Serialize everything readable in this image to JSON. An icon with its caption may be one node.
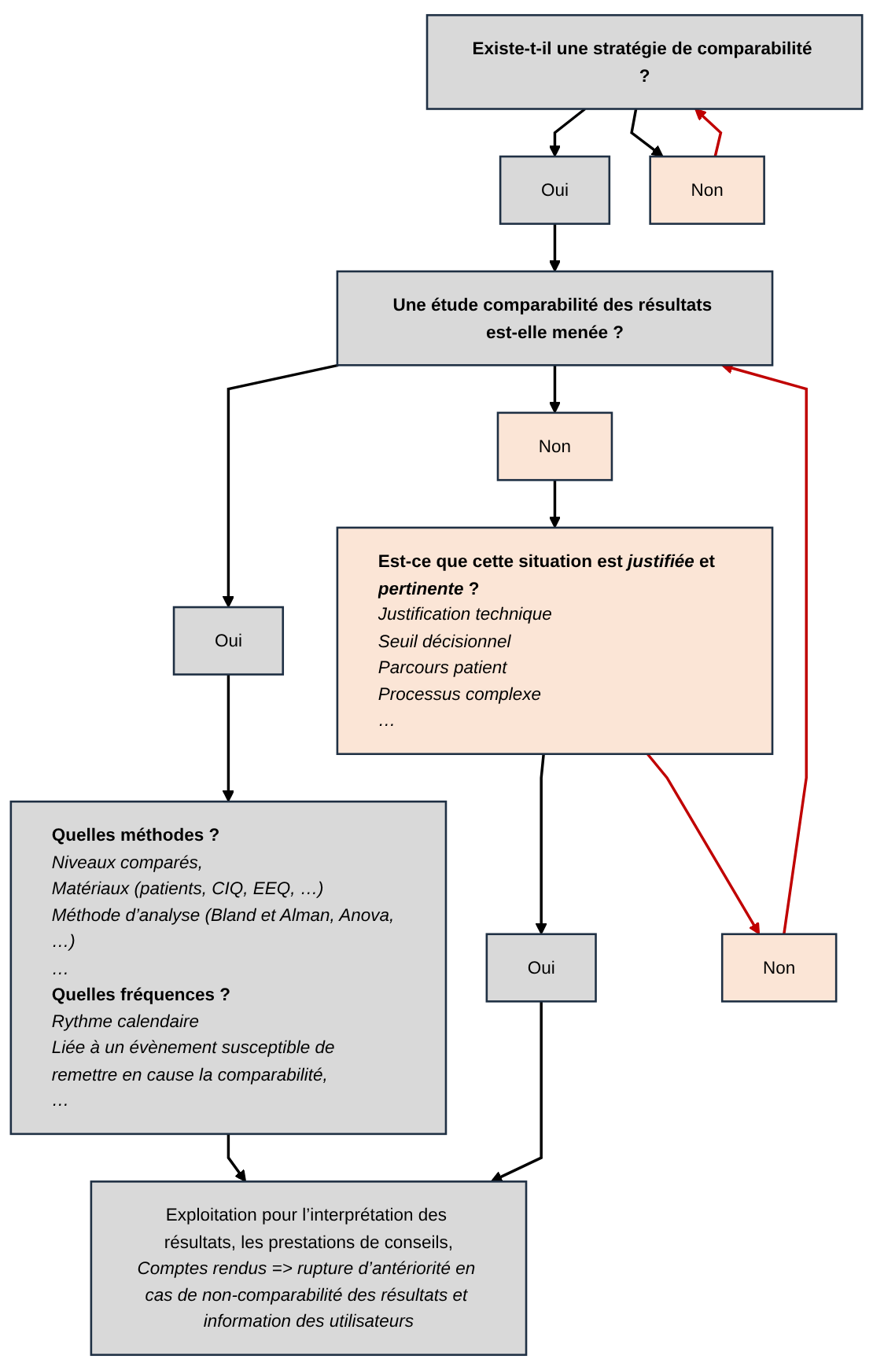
{
  "diagram": {
    "nodes": [
      {
        "text": [
          "Existe-t-il une stratégie de comparabilité ?"
        ]
      },
      {
        "text": [
          "Oui"
        ]
      },
      {
        "text": [
          "Non"
        ]
      },
      {
        "text": [
          "Une étude comparabilité des résultats est-elle menée ?"
        ]
      },
      {
        "text": [
          "Oui"
        ]
      },
      {
        "text": [
          "Non"
        ]
      },
      {
        "text": [
          "Quelles méthodes ?",
          "Niveaux comparés,",
          "Matériaux (patients, CIQ, EEQ, …)",
          "Méthode d’analyse (Bland et Alman, Anova, …)",
          "…",
          "Quelles fréquences ?",
          "Rythme calendaire",
          "Liée à un évènement susceptible de remettre en cause la comparabilité,",
          "…"
        ]
      },
      {
        "text": [
          "Est-ce que cette situation est *justifiée* et *pertinente* ?",
          "Justification technique",
          "Seuil décisionnel",
          "Parcours patient",
          "Processus complexe",
          "…"
        ]
      },
      {
        "text": [
          "Oui"
        ]
      },
      {
        "text": [
          "Non"
        ]
      },
      {
        "text": [
          "Exploitation pour l’interprétation des résultats, les prestations de conseils,",
          "Comptes rendus => rupture d’antériorité en cas de non-comparabilité des résultats et information des utilisateurs"
        ]
      }
    ],
    "edges": [
      {
        "from": 0,
        "to": 1,
        "arrow": "to"
      },
      {
        "from": 0,
        "to": 2,
        "arrow": "to"
      },
      {
        "from": 2,
        "to": 0,
        "arrow": "to",
        "color": "#c00000"
      },
      {
        "from": 1,
        "to": 3,
        "arrow": "to"
      },
      {
        "from": 3,
        "to": 4,
        "arrow": "to"
      },
      {
        "from": 3,
        "to": 5,
        "arrow": "to"
      },
      {
        "from": 4,
        "to": 6,
        "arrow": "to"
      },
      {
        "from": 5,
        "to": 7,
        "arrow": "to"
      },
      {
        "from": 7,
        "to": 8,
        "arrow": "to"
      },
      {
        "from": 7,
        "to": 9,
        "arrow": "to",
        "color": "#c00000"
      },
      {
        "from": 9,
        "to": 3,
        "arrow": "to",
        "color": "#c00000"
      },
      {
        "from": 6,
        "to": 10,
        "arrow": "to"
      },
      {
        "from": 8,
        "to": 10,
        "arrow": "to"
      }
    ]
  }
}
